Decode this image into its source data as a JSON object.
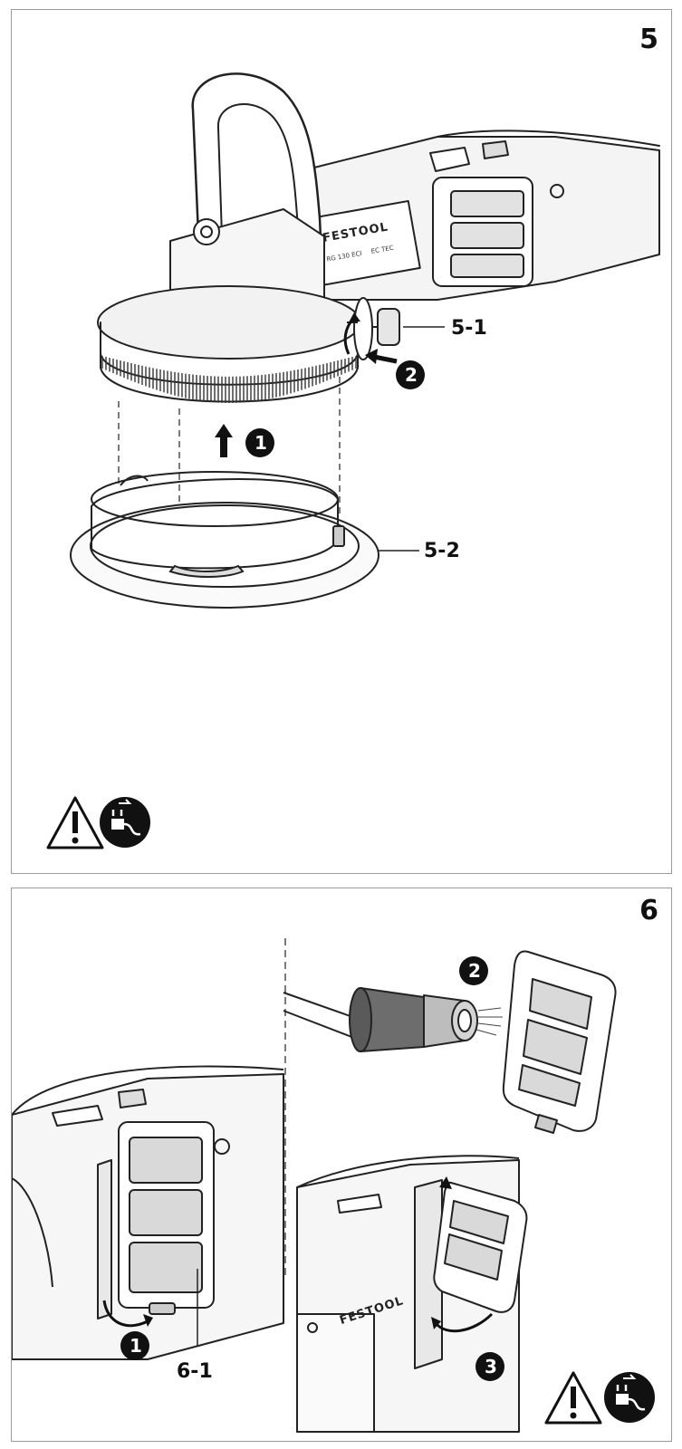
{
  "figures": [
    {
      "number": "5",
      "callouts": [
        "5-1",
        "5-2"
      ],
      "steps": [
        "1",
        "2"
      ],
      "brand": "FESTOOL",
      "marks": [
        "RG 130 ECI",
        "EC TEC"
      ],
      "icons": [
        "warning-triangle-icon",
        "unplug-power-icon"
      ]
    },
    {
      "number": "6",
      "callouts": [
        "6-1"
      ],
      "steps": [
        "1",
        "2",
        "3"
      ],
      "brand": "FESTOOL",
      "icons": [
        "warning-triangle-icon",
        "unplug-power-icon"
      ]
    }
  ]
}
